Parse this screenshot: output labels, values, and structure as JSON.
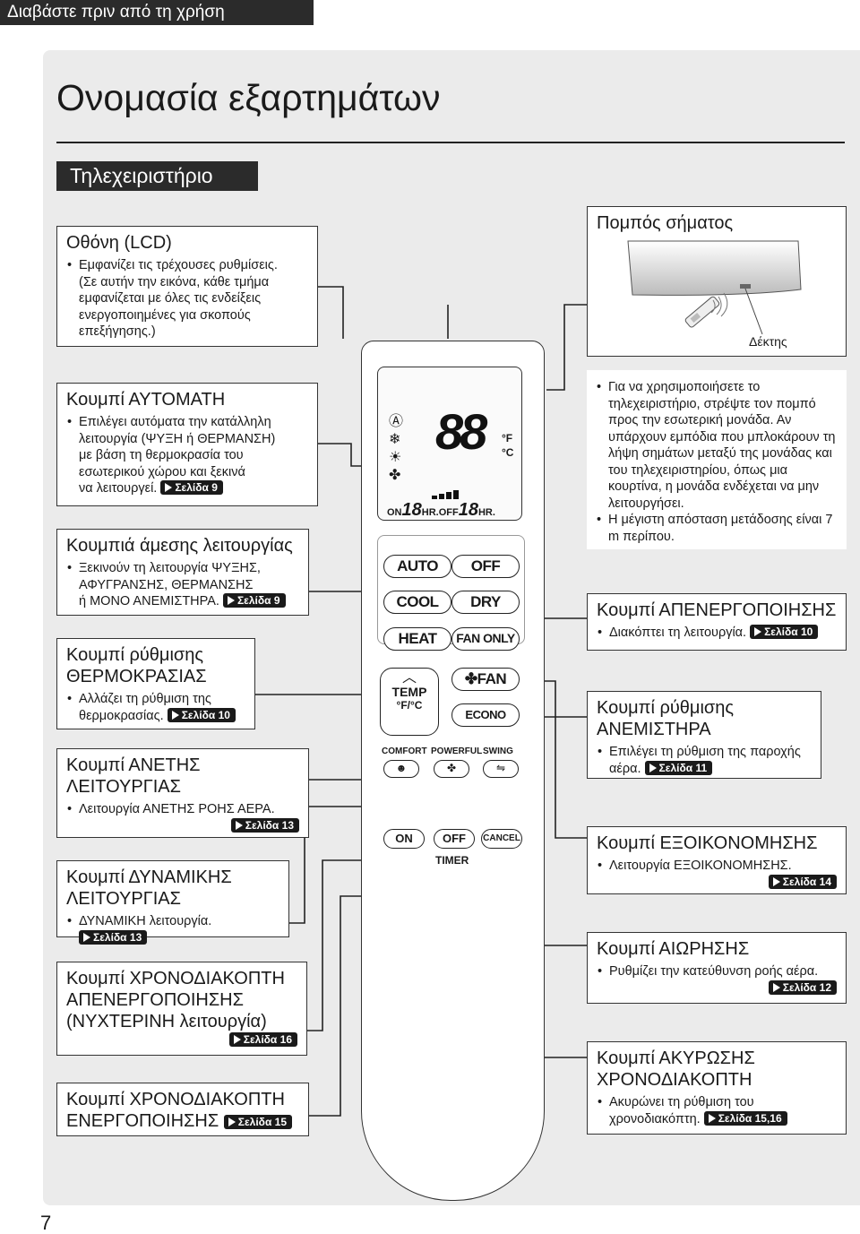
{
  "header": {
    "label": "Διαβάστε πριν από τη χρήση"
  },
  "page": {
    "title": "Ονομασία εξαρτημάτων",
    "section": "Τηλεχειριστήριο",
    "number": "7"
  },
  "left": {
    "lcd": {
      "title": "Οθόνη (LCD)",
      "items": [
        "Εμφανίζει τις τρέχουσες ρυθμίσεις.",
        "(Σε αυτήν την εικόνα, κάθε τμήμα",
        "εμφανίζεται με όλες τις ενδείξεις",
        "ενεργοποιημένες για σκοπούς",
        "επεξήγησης.)"
      ]
    },
    "auto": {
      "title": "Κουμπί ΑΥΤΟΜΑΤΗ",
      "lines": [
        "Επιλέγει αυτόματα την κατάλληλη",
        "λειτουργία (ΨΥΞΗ ή ΘΕΡΜΑΝΣΗ)",
        "με βάση τη θερμοκρασία του",
        "εσωτερικού χώρου και ξεκινά",
        "να λειτουργεί."
      ],
      "page": "Σελίδα 9"
    },
    "direct": {
      "title": "Κουμπιά άμεσης λειτουργίας",
      "lines": [
        "Ξεκινούν τη λειτουργία ΨΥΞΗΣ,",
        "ΑΦΥΓΡΑΝΣΗΣ, ΘΕΡΜΑΝΣΗΣ",
        "ή ΜΟΝΟ ΑΝΕΜΙΣΤΗΡΑ."
      ],
      "page": "Σελίδα 9"
    },
    "temp": {
      "title1": "Κουμπί ρύθμισης",
      "title2": "ΘΕΡΜΟΚΡΑΣΙΑΣ",
      "lines": [
        "Αλλάζει τη ρύθμιση της",
        "θερμοκρασίας."
      ],
      "page": "Σελίδα 10"
    },
    "comfort": {
      "title1": "Κουμπί ΑΝΕΤΗΣ",
      "title2": "ΛΕΙΤΟΥΡΓΙΑΣ",
      "line": "Λειτουργία ΑΝΕΤΗΣ ΡΟΗΣ ΑΕΡΑ.",
      "page": "Σελίδα 13"
    },
    "powerful": {
      "title1": "Κουμπί ΔΥΝΑΜΙΚΗΣ",
      "title2": "ΛΕΙΤΟΥΡΓΙΑΣ",
      "line": "ΔΥΝΑΜΙΚΗ λειτουργία.",
      "page": "Σελίδα 13"
    },
    "offtimer": {
      "title1": "Κουμπί ΧΡΟΝΟΔΙΑΚΟΠΤΗ",
      "title2": "ΑΠΕΝΕΡΓΟΠΟΙΗΣΗΣ",
      "title3": "(ΝΥΧΤΕΡΙΝΗ λειτουργία)",
      "page": "Σελίδα 16"
    },
    "ontimer": {
      "title1": "Κουμπί ΧΡΟΝΟΔΙΑΚΟΠΤΗ",
      "title2": "ΕΝΕΡΓΟΠΟΙΗΣΗΣ",
      "page": "Σελίδα 15"
    }
  },
  "right": {
    "signal": {
      "title": "Πομπός σήματος",
      "receiver": "Δέκτης",
      "items": [
        "Για να χρησιμοποιήσετε το τηλεχειριστήριο, στρέψτε τον πομπό προς την εσωτερική μονάδα. Αν υπάρχουν εμπόδια που μπλοκάρουν τη λήψη σημάτων μεταξύ της μονάδας και του τηλεχειριστηρίου, όπως μια κουρτίνα, η μονάδα ενδέχεται να μην λειτουργήσει.",
        "Η μέγιστη απόσταση μετάδοσης είναι 7 m περίπου."
      ]
    },
    "off": {
      "title": "Κουμπί ΑΠΕΝΕΡΓΟΠΟΙΗΣΗΣ",
      "line": "Διακόπτει τη λειτουργία.",
      "page": "Σελίδα 10"
    },
    "fan": {
      "title1": "Κουμπί ρύθμισης",
      "title2": "ΑΝΕΜΙΣΤΗΡΑ",
      "lines": [
        "Επιλέγει τη ρύθμιση της παροχής",
        "αέρα."
      ],
      "page": "Σελίδα 11"
    },
    "econo": {
      "title": "Κουμπί ΕΞΟΙΚΟΝΟΜΗΣΗΣ",
      "line": "Λειτουργία ΕΞΟΙΚΟΝΟΜΗΣΗΣ.",
      "page": "Σελίδα 14"
    },
    "swing": {
      "title": "Κουμπί ΑΙΩΡΗΣΗΣ",
      "line": "Ρυθμίζει την κατεύθυνση ροής αέρα.",
      "page": "Σελίδα 12"
    },
    "cancel": {
      "title1": "Κουμπί ΑΚΥΡΩΣΗΣ",
      "title2": "ΧΡΟΝΟΔΙΑΚΟΠΤΗ",
      "lines": [
        "Ακυρώνει τη ρύθμιση του",
        "χρονοδιακόπτη."
      ],
      "page": "Σελίδα 15,16"
    }
  },
  "remote": {
    "buttons": {
      "auto": "AUTO",
      "off": "OFF",
      "cool": "COOL",
      "dry": "DRY",
      "heat": "HEAT",
      "fanonly": "FAN ONLY",
      "temp": "TEMP",
      "tempunit": "°F/°C",
      "fan": "FAN",
      "econo": "ECONO",
      "comfort": "COMFORT",
      "powerful": "POWERFUL",
      "swing": "SWING",
      "on": "ON",
      "offt": "OFF",
      "cancel": "CANCEL",
      "timer": "TIMER"
    },
    "lcd": {
      "big": "88",
      "f": "°F",
      "c": "°C",
      "on": "ON",
      "hr1": "HR.",
      "off": "OFF",
      "hr2": "HR.",
      "t1": "18",
      "t2": "18"
    }
  }
}
